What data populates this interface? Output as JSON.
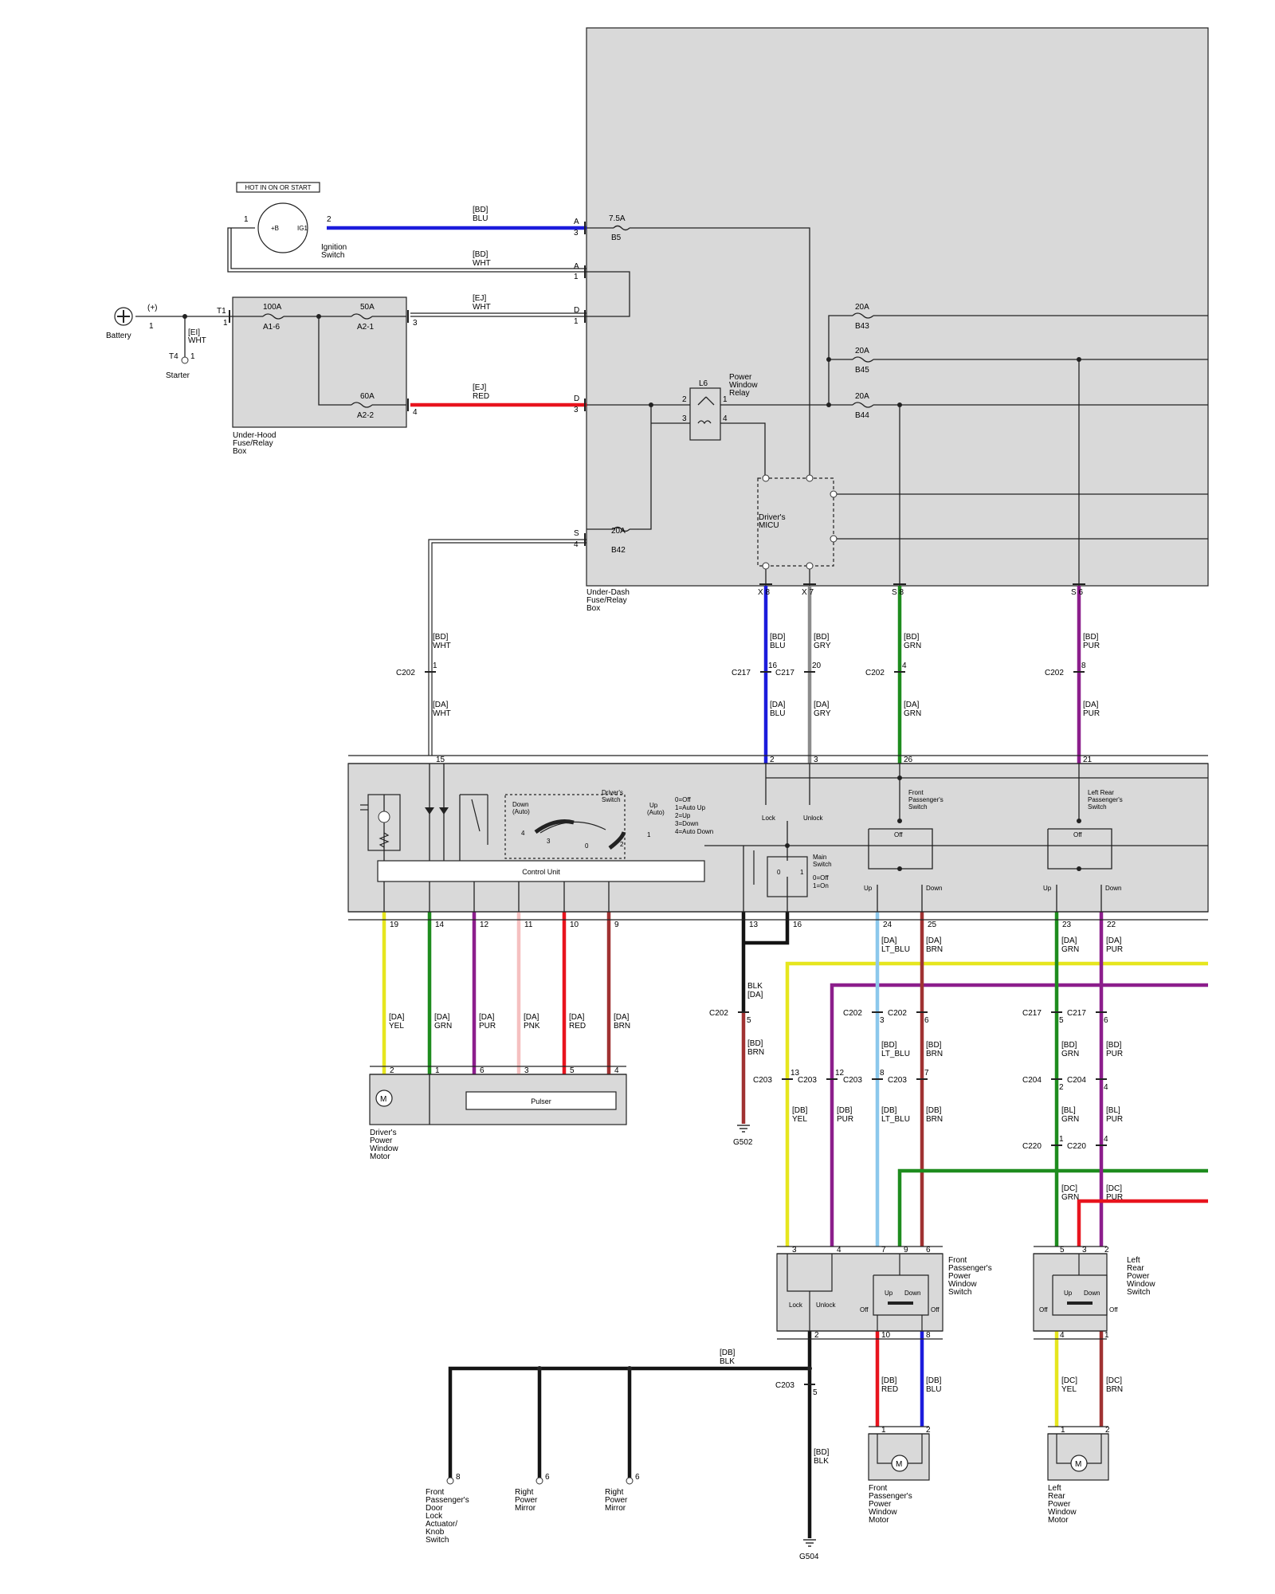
{
  "labels": {
    "hot_in_on_or_start": "HOT IN ON OR START",
    "ignition_switch": [
      "Ignition",
      "Switch"
    ],
    "battery": "Battery",
    "battery_plus": "(+)",
    "battery_pin": "1",
    "starter": "Starter",
    "starter_conn": "T4",
    "starter_pin": "1",
    "starter_wire_code": "[EI]",
    "starter_wire_color": "WHT",
    "underhood_box": [
      "Under-Hood",
      "Fuse/Relay",
      "Box"
    ],
    "underdash_box": [
      "Under-Dash",
      "Fuse/Relay",
      "Box"
    ],
    "power_window_relay": [
      "Power",
      "Window",
      "Relay"
    ],
    "relay_id": "L6",
    "drivers_micu": [
      "Driver's",
      "MICU"
    ],
    "control_unit": "Control Unit",
    "pulser": "Pulser",
    "drivers_switch": [
      "Driver's",
      "Switch"
    ],
    "down_auto": [
      "Down",
      "(Auto)"
    ],
    "up_auto": [
      "Up",
      "(Auto)"
    ],
    "mode_legend": [
      "0=Off",
      "1=Auto Up",
      "2=Up",
      "3=Down",
      "4=Auto Down"
    ],
    "main_switch": [
      "Main",
      "Switch"
    ],
    "main_switch_legend": [
      "0=Off",
      "1=On"
    ],
    "lock": "Lock",
    "unlock": "Unlock",
    "front_pass_switch_master": [
      "Front",
      "Passenger's",
      "Switch"
    ],
    "left_rear_switch_master": [
      "Left Rear",
      "Passenger's",
      "Switch"
    ],
    "off": "Off",
    "up": "Up",
    "down": "Down",
    "drivers_motor": [
      "Driver's",
      "Power",
      "Window",
      "Motor"
    ],
    "front_pass_pw_switch": [
      "Front",
      "Passenger's",
      "Power",
      "Window",
      "Switch"
    ],
    "left_rear_pw_switch": [
      "Left",
      "Rear",
      "Power",
      "Window",
      "Switch"
    ],
    "front_pass_motor": [
      "Front",
      "Passenger's",
      "Power",
      "Window",
      "Motor"
    ],
    "left_rear_motor": [
      "Left",
      "Rear",
      "Power",
      "Window",
      "Motor"
    ],
    "door_lock_actuator": [
      "Front",
      "Passenger's",
      "Door",
      "Lock",
      "Actuator/",
      "Knob",
      "Switch"
    ],
    "right_power_mirror": [
      "Right",
      "Power",
      "Mirror"
    ],
    "g502": "G502",
    "g504": "G504"
  },
  "fuses": {
    "f100a": {
      "rating": "100A",
      "id": "A1-6"
    },
    "f50a": {
      "rating": "50A",
      "id": "A2-1"
    },
    "f60a": {
      "rating": "60A",
      "id": "A2-2"
    },
    "b5": {
      "rating": "7.5A",
      "id": "B5"
    },
    "b43": {
      "rating": "20A",
      "id": "B43"
    },
    "b45": {
      "rating": "20A",
      "id": "B45"
    },
    "b44": {
      "rating": "20A",
      "id": "B44"
    },
    "b42": {
      "rating": "20A",
      "id": "B42"
    }
  },
  "wires": {
    "ign_blu": [
      "[BD]",
      "BLU"
    ],
    "ign_wht": [
      "[BD]",
      "WHT"
    ],
    "ej_wht": [
      "[EJ]",
      "WHT"
    ],
    "ej_red": [
      "[EJ]",
      "RED"
    ],
    "bd_wht": [
      "[BD]",
      "WHT"
    ],
    "da_wht": [
      "[DA]",
      "WHT"
    ],
    "bd_blu": [
      "[BD]",
      "BLU"
    ],
    "da_blu": [
      "[DA]",
      "BLU"
    ],
    "bd_gry": [
      "[BD]",
      "GRY"
    ],
    "da_gry": [
      "[DA]",
      "GRY"
    ],
    "bd_grn": [
      "[BD]",
      "GRN"
    ],
    "da_grn": [
      "[DA]",
      "GRN"
    ],
    "bd_pur": [
      "[BD]",
      "PUR"
    ],
    "da_pur": [
      "[DA]",
      "PUR"
    ],
    "m_yel": [
      "[DA]",
      "YEL"
    ],
    "m_grn": [
      "[DA]",
      "GRN"
    ],
    "m_pur": [
      "[DA]",
      "PUR"
    ],
    "m_pnk": [
      "[DA]",
      "PNK"
    ],
    "m_red": [
      "[DA]",
      "RED"
    ],
    "m_brn": [
      "[DA]",
      "BRN"
    ],
    "blk_da": [
      "BLK",
      "[DA]"
    ],
    "bd_brn_g": [
      "[BD]",
      "BRN"
    ],
    "fp_da_ltblu": [
      "[DA]",
      "LT_BLU"
    ],
    "fp_da_brn": [
      "[DA]",
      "BRN"
    ],
    "fp_bd_ltblu": [
      "[BD]",
      "LT_BLU"
    ],
    "fp_bd_brn": [
      "[BD]",
      "BRN"
    ],
    "db_yel": [
      "[DB]",
      "YEL"
    ],
    "db_pur": [
      "[DB]",
      "PUR"
    ],
    "db_ltblu": [
      "[DB]",
      "LT_BLU"
    ],
    "db_brn": [
      "[DB]",
      "BRN"
    ],
    "lr_da_grn": [
      "[DA]",
      "GRN"
    ],
    "lr_da_pur": [
      "[DA]",
      "PUR"
    ],
    "lr_bd_grn": [
      "[BD]",
      "GRN"
    ],
    "lr_bd_pur": [
      "[BD]",
      "PUR"
    ],
    "lr_bl_grn": [
      "[BL]",
      "GRN"
    ],
    "lr_bl_pur": [
      "[BL]",
      "PUR"
    ],
    "lr_dc_grn": [
      "[DC]",
      "GRN"
    ],
    "lr_dc_pur": [
      "[DC]",
      "PUR"
    ],
    "db_blk": [
      "[DB]",
      "BLK"
    ],
    "bd_blk": [
      "[BD]",
      "BLK"
    ],
    "db_red": [
      "[DB]",
      "RED"
    ],
    "db_blu": [
      "[DB]",
      "BLU"
    ],
    "dc_yel": [
      "[DC]",
      "YEL"
    ],
    "dc_brn": [
      "[DC]",
      "BRN"
    ]
  },
  "connectors": {
    "c202": "C202",
    "c217": "C217",
    "c203": "C203",
    "c204": "C204",
    "c220": "C220",
    "t1": "T1"
  },
  "pins": {
    "ign_1": "1",
    "ign_2": "2",
    "ign_b": "+B",
    "ign_ig1": "IG1",
    "a3": "A",
    "a3n": "3",
    "a1": "A",
    "a1n": "1",
    "d1": "D",
    "d1n": "1",
    "d3": "D",
    "d3n": "3",
    "s4": "S",
    "s4n": "4",
    "uh_1": "1",
    "uh_3": "3",
    "uh_4": "4",
    "r1": "1",
    "r2": "2",
    "r3": "3",
    "r4": "4",
    "x8": "X 8",
    "x7": "X 7",
    "s8": "S 8",
    "s6": "S 6",
    "c202_1": "1",
    "c217_16": "16",
    "c217_20": "20",
    "c202_4": "4",
    "c202_8": "8",
    "ds_15": "15",
    "ds_2": "2",
    "ds_3": "3",
    "ds_26": "26",
    "ds_21": "21",
    "ds_19": "19",
    "ds_14": "14",
    "ds_12": "12",
    "ds_11": "11",
    "ds_10": "10",
    "ds_9": "9",
    "ds_13": "13",
    "ds_16": "16",
    "ds_24": "24",
    "ds_25": "25",
    "ds_23": "23",
    "ds_22": "22",
    "mot_2": "2",
    "mot_1": "1",
    "mot_6": "6",
    "mot_3": "3",
    "mot_5": "5",
    "mot_4": "4",
    "c202_5": "5",
    "c202_3": "3",
    "c202_6": "6",
    "c203_13": "13",
    "c203_12": "12",
    "c203_8": "8",
    "c203_7": "7",
    "c217_5": "5",
    "c217_6": "6",
    "c204_2": "2",
    "c204_4": "4",
    "c220_1": "1",
    "c220_4": "4",
    "fp_3": "3",
    "fp_4": "4",
    "fp_7": "7",
    "fp_9": "9",
    "fp_6": "6",
    "fp_2": "2",
    "fp_10": "10",
    "fp_8": "8",
    "lr_5": "5",
    "lr_3": "3",
    "lr_2": "2",
    "lr_4": "4",
    "lr_1": "1",
    "fpm_1": "1",
    "fpm_2": "2",
    "lrm_1": "1",
    "lrm_2": "2",
    "c203_5": "5",
    "act_8": "8",
    "mir1_6": "6",
    "mir2_6": "6",
    "sw_0": "0",
    "sw_1": "1",
    "sw_2": "2",
    "sw_3": "3",
    "sw_4": "4",
    "ms_0": "0",
    "ms_1": "1"
  },
  "colors": {
    "blu": "#1c1cdc",
    "red": "#e8141e",
    "grn": "#1e8c1e",
    "pur": "#8c1e8c",
    "yel": "#e6e61e",
    "pnk": "#f5c0c0",
    "brn": "#a03232",
    "gry": "#8c8c8c",
    "ltblu": "#8cc8ec",
    "blk": "#141414",
    "wht": "#ffffff",
    "box_gray": "#d9d9d9"
  }
}
